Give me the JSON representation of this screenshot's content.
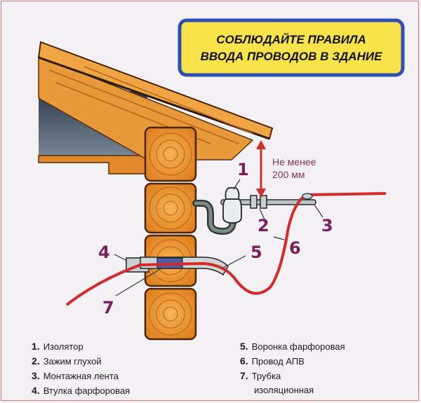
{
  "title": {
    "line1": "СОБЛЮДАЙТЕ ПРАВИЛА",
    "line2": "ВВОДА ПРОВОДОВ В ЗДАНИЕ"
  },
  "distance": {
    "line1": "Не менее",
    "line2": "200 мм"
  },
  "callouts": [
    "1",
    "2",
    "3",
    "4",
    "5",
    "6",
    "7"
  ],
  "legend": {
    "left": [
      {
        "num": "1.",
        "text": "Изолятор"
      },
      {
        "num": "2.",
        "text": "Зажим глухой"
      },
      {
        "num": "3.",
        "text": "Монтажная лента"
      },
      {
        "num": "4.",
        "text": "Втулка фарфоровая"
      }
    ],
    "right": [
      {
        "num": "5.",
        "text": "Воронка фарфоровая"
      },
      {
        "num": "6.",
        "text": "Провод АПВ"
      },
      {
        "num": "7.",
        "text": "Трубка",
        "text2": "изоляционная"
      }
    ]
  },
  "colors": {
    "wire": "#d42a2a",
    "callout": "#7a1f5c",
    "wood": "#e8932e",
    "title_bg": "#f7e24a",
    "title_border": "#2f4fb0"
  }
}
